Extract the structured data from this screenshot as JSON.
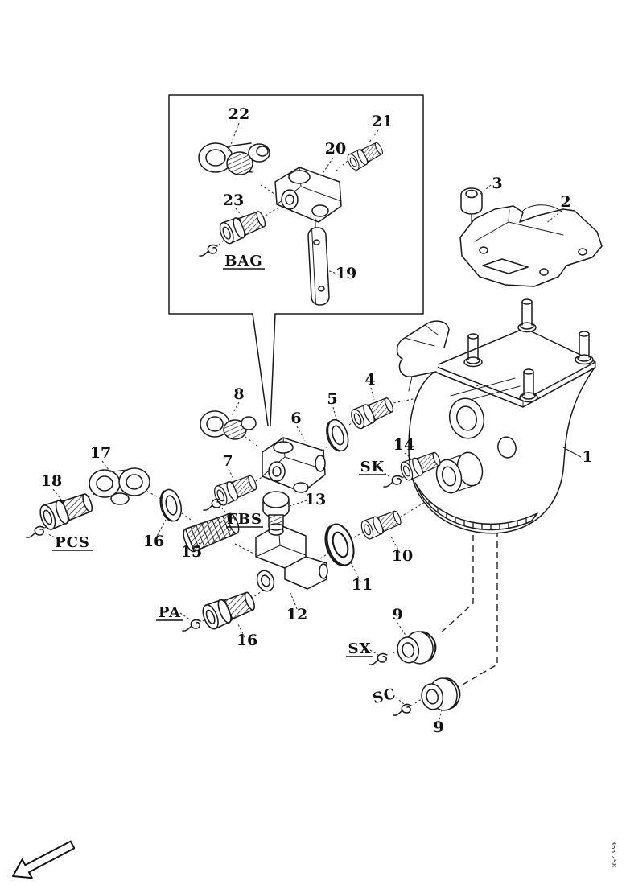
{
  "page": {
    "background": "#ffffff",
    "ink": "#1a1a1a"
  },
  "inset": {
    "part_numbers": {
      "n19": "19",
      "n20": "20",
      "n21": "21",
      "n22": "22",
      "n23": "23"
    },
    "port_label_bag": "BAG"
  },
  "main": {
    "part_numbers": {
      "n1": "1",
      "n2": "2",
      "n3": "3",
      "n4": "4",
      "n5": "5",
      "n6": "6",
      "n7": "7",
      "n8": "8",
      "n9_upper": "9",
      "n9_lower": "9",
      "n10": "10",
      "n11": "11",
      "n12": "12",
      "n13": "13",
      "n14": "14",
      "n15": "15",
      "n16_ring": "16",
      "n16_fitting": "16",
      "n17": "17",
      "n18": "18"
    },
    "port_labels": {
      "pcs": "PCS",
      "fbs": "FBS",
      "sk": "SK",
      "pa": "PA",
      "sx": "SX",
      "sc": "SC"
    }
  },
  "footer": {
    "drawing_number": "365 258"
  }
}
